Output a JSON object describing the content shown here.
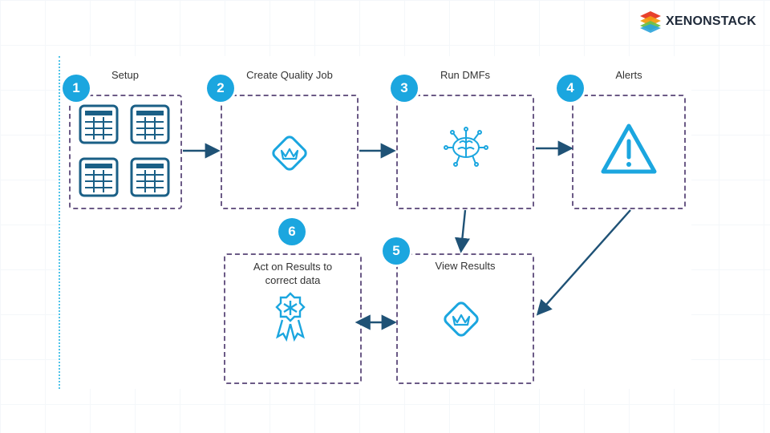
{
  "brand": {
    "name": "XENONSTACK"
  },
  "steps": [
    {
      "number": "1",
      "label": "Setup"
    },
    {
      "number": "2",
      "label": "Create Quality Job"
    },
    {
      "number": "3",
      "label": "Run DMFs"
    },
    {
      "number": "4",
      "label": "Alerts"
    },
    {
      "number": "5",
      "label": "View Results"
    },
    {
      "number": "6",
      "label": "Act on Results to correct data"
    }
  ],
  "icons": {
    "setup": "table-icon",
    "create": "crown-diamond-icon",
    "run": "brain-circuit-icon",
    "alerts": "warning-icon",
    "view": "crown-diamond-icon",
    "act": "snowflake-award-icon"
  },
  "colors": {
    "accent": "#1ba6df",
    "icon_dark": "#1a5f86",
    "border": "#6b5a86",
    "arrow": "#1f5276"
  }
}
